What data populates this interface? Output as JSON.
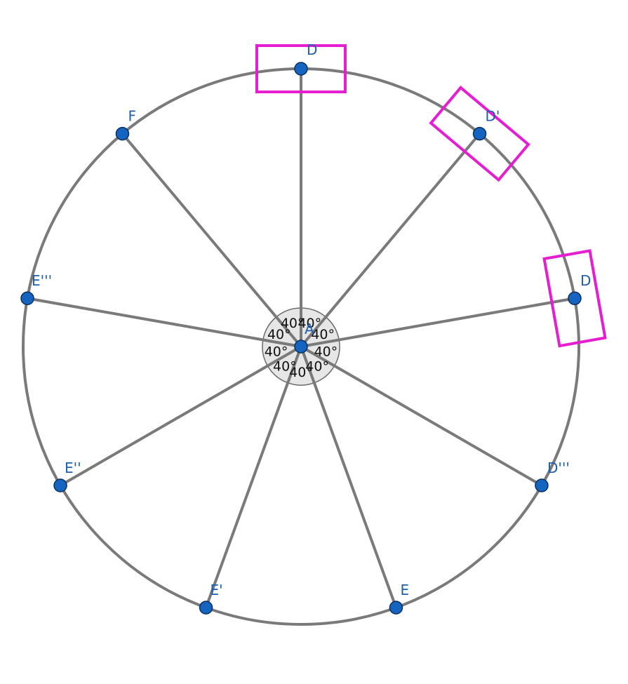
{
  "diagram": {
    "center": {
      "name": "A"
    },
    "angle_step_deg": 40,
    "points": [
      {
        "id": "p-top",
        "label": "D",
        "angle_deg": 90
      },
      {
        "id": "p-d1",
        "label": "D'",
        "angle_deg": 50
      },
      {
        "id": "p-d2",
        "label": "D",
        "angle_deg": 10
      },
      {
        "id": "p-d3",
        "label": "D'''",
        "angle_deg": -30
      },
      {
        "id": "p-e",
        "label": "E",
        "angle_deg": -70
      },
      {
        "id": "p-e1",
        "label": "E'",
        "angle_deg": -110
      },
      {
        "id": "p-e2",
        "label": "E''",
        "angle_deg": -150
      },
      {
        "id": "p-e3",
        "label": "E'''",
        "angle_deg": 170
      },
      {
        "id": "p-f",
        "label": "F",
        "angle_deg": 130
      }
    ],
    "angle_labels": [
      "40°",
      "40°",
      "40°",
      "40°",
      "40°",
      "40°",
      "40°",
      "40°",
      "40°"
    ],
    "highlighted_points": [
      "p-top",
      "p-d1",
      "p-d2"
    ],
    "colors": {
      "circle": "#7a7a7a",
      "point": "#1565c0",
      "label": "#1f5fae",
      "highlight": "#e61ed2",
      "sector": "#e6e6e6"
    }
  }
}
